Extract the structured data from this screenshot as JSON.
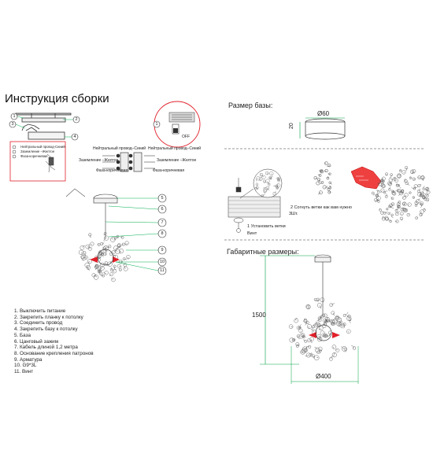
{
  "title": "Инструкция сборки",
  "base_size_title": "Размер базы:",
  "gabarit_title": "Габаритные размеры:",
  "dims": {
    "base_diameter": "Ø60",
    "base_height": "20",
    "height": "1500",
    "width": "Ø400"
  },
  "wiring": {
    "neutral": "Нейтральный провод–Синий",
    "ground": "Заземление –Желтое",
    "phase": "Фаза-коричневая",
    "neutral_small": "Нейтральный провод-Синий",
    "ground_small": "Заземление –Желтое",
    "phase_small": "Фаза-коричневая",
    "switch_label": "OFF"
  },
  "steps": {
    "step1": "1 Установить ветки",
    "step2": "2 Согнуть ветки как вам нужно",
    "count": "3Шт.",
    "screw": "Винт"
  },
  "callouts": [
    "1",
    "2",
    "3",
    "4",
    "5",
    "6",
    "7",
    "8",
    "9",
    "10",
    "11"
  ],
  "legend": [
    "1. Выключить питание",
    "2. Закрепить планку к потолку",
    "3. Соединить провод",
    "4. Закрепить базу к потолку",
    "5. База",
    "6. Цанговый зажим",
    "7. Кабель длиной 1,2 метра",
    "8. Основание крепления патронов",
    "9. Арматура",
    "10. G9*3L",
    "11. Винт"
  ],
  "colors": {
    "callout_line": "#00b050",
    "dim_line": "#00a040",
    "accent_red": "#e0202a",
    "line": "#333333"
  }
}
